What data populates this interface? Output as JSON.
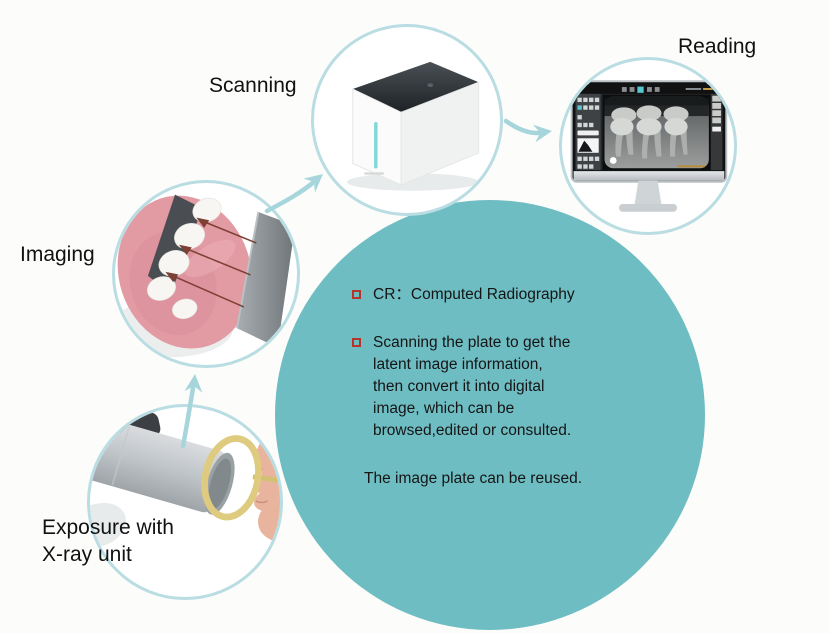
{
  "steps": [
    {
      "id": "exposure",
      "label": "Exposure with\nX-ray unit"
    },
    {
      "id": "imaging",
      "label": "Imaging"
    },
    {
      "id": "scanning",
      "label": "Scanning"
    },
    {
      "id": "reading",
      "label": "Reading"
    }
  ],
  "info": {
    "bullet1": "CR：Computed Radiography",
    "bullet2": "Scanning the plate to get the\nlatent image information,\nthen convert it into digital\nimage, which can be\nbrowsed,edited or consulted.",
    "note": "The image plate can be reused."
  },
  "colors": {
    "big_circle": "#6ebdc3",
    "circle_border": "#b9dde2",
    "arrow": "#a6d6db",
    "text": "#151515",
    "bullet_red": "#b5352b",
    "pointer_arrow_brown": "#7d4034",
    "background": "#fcfcfa"
  }
}
